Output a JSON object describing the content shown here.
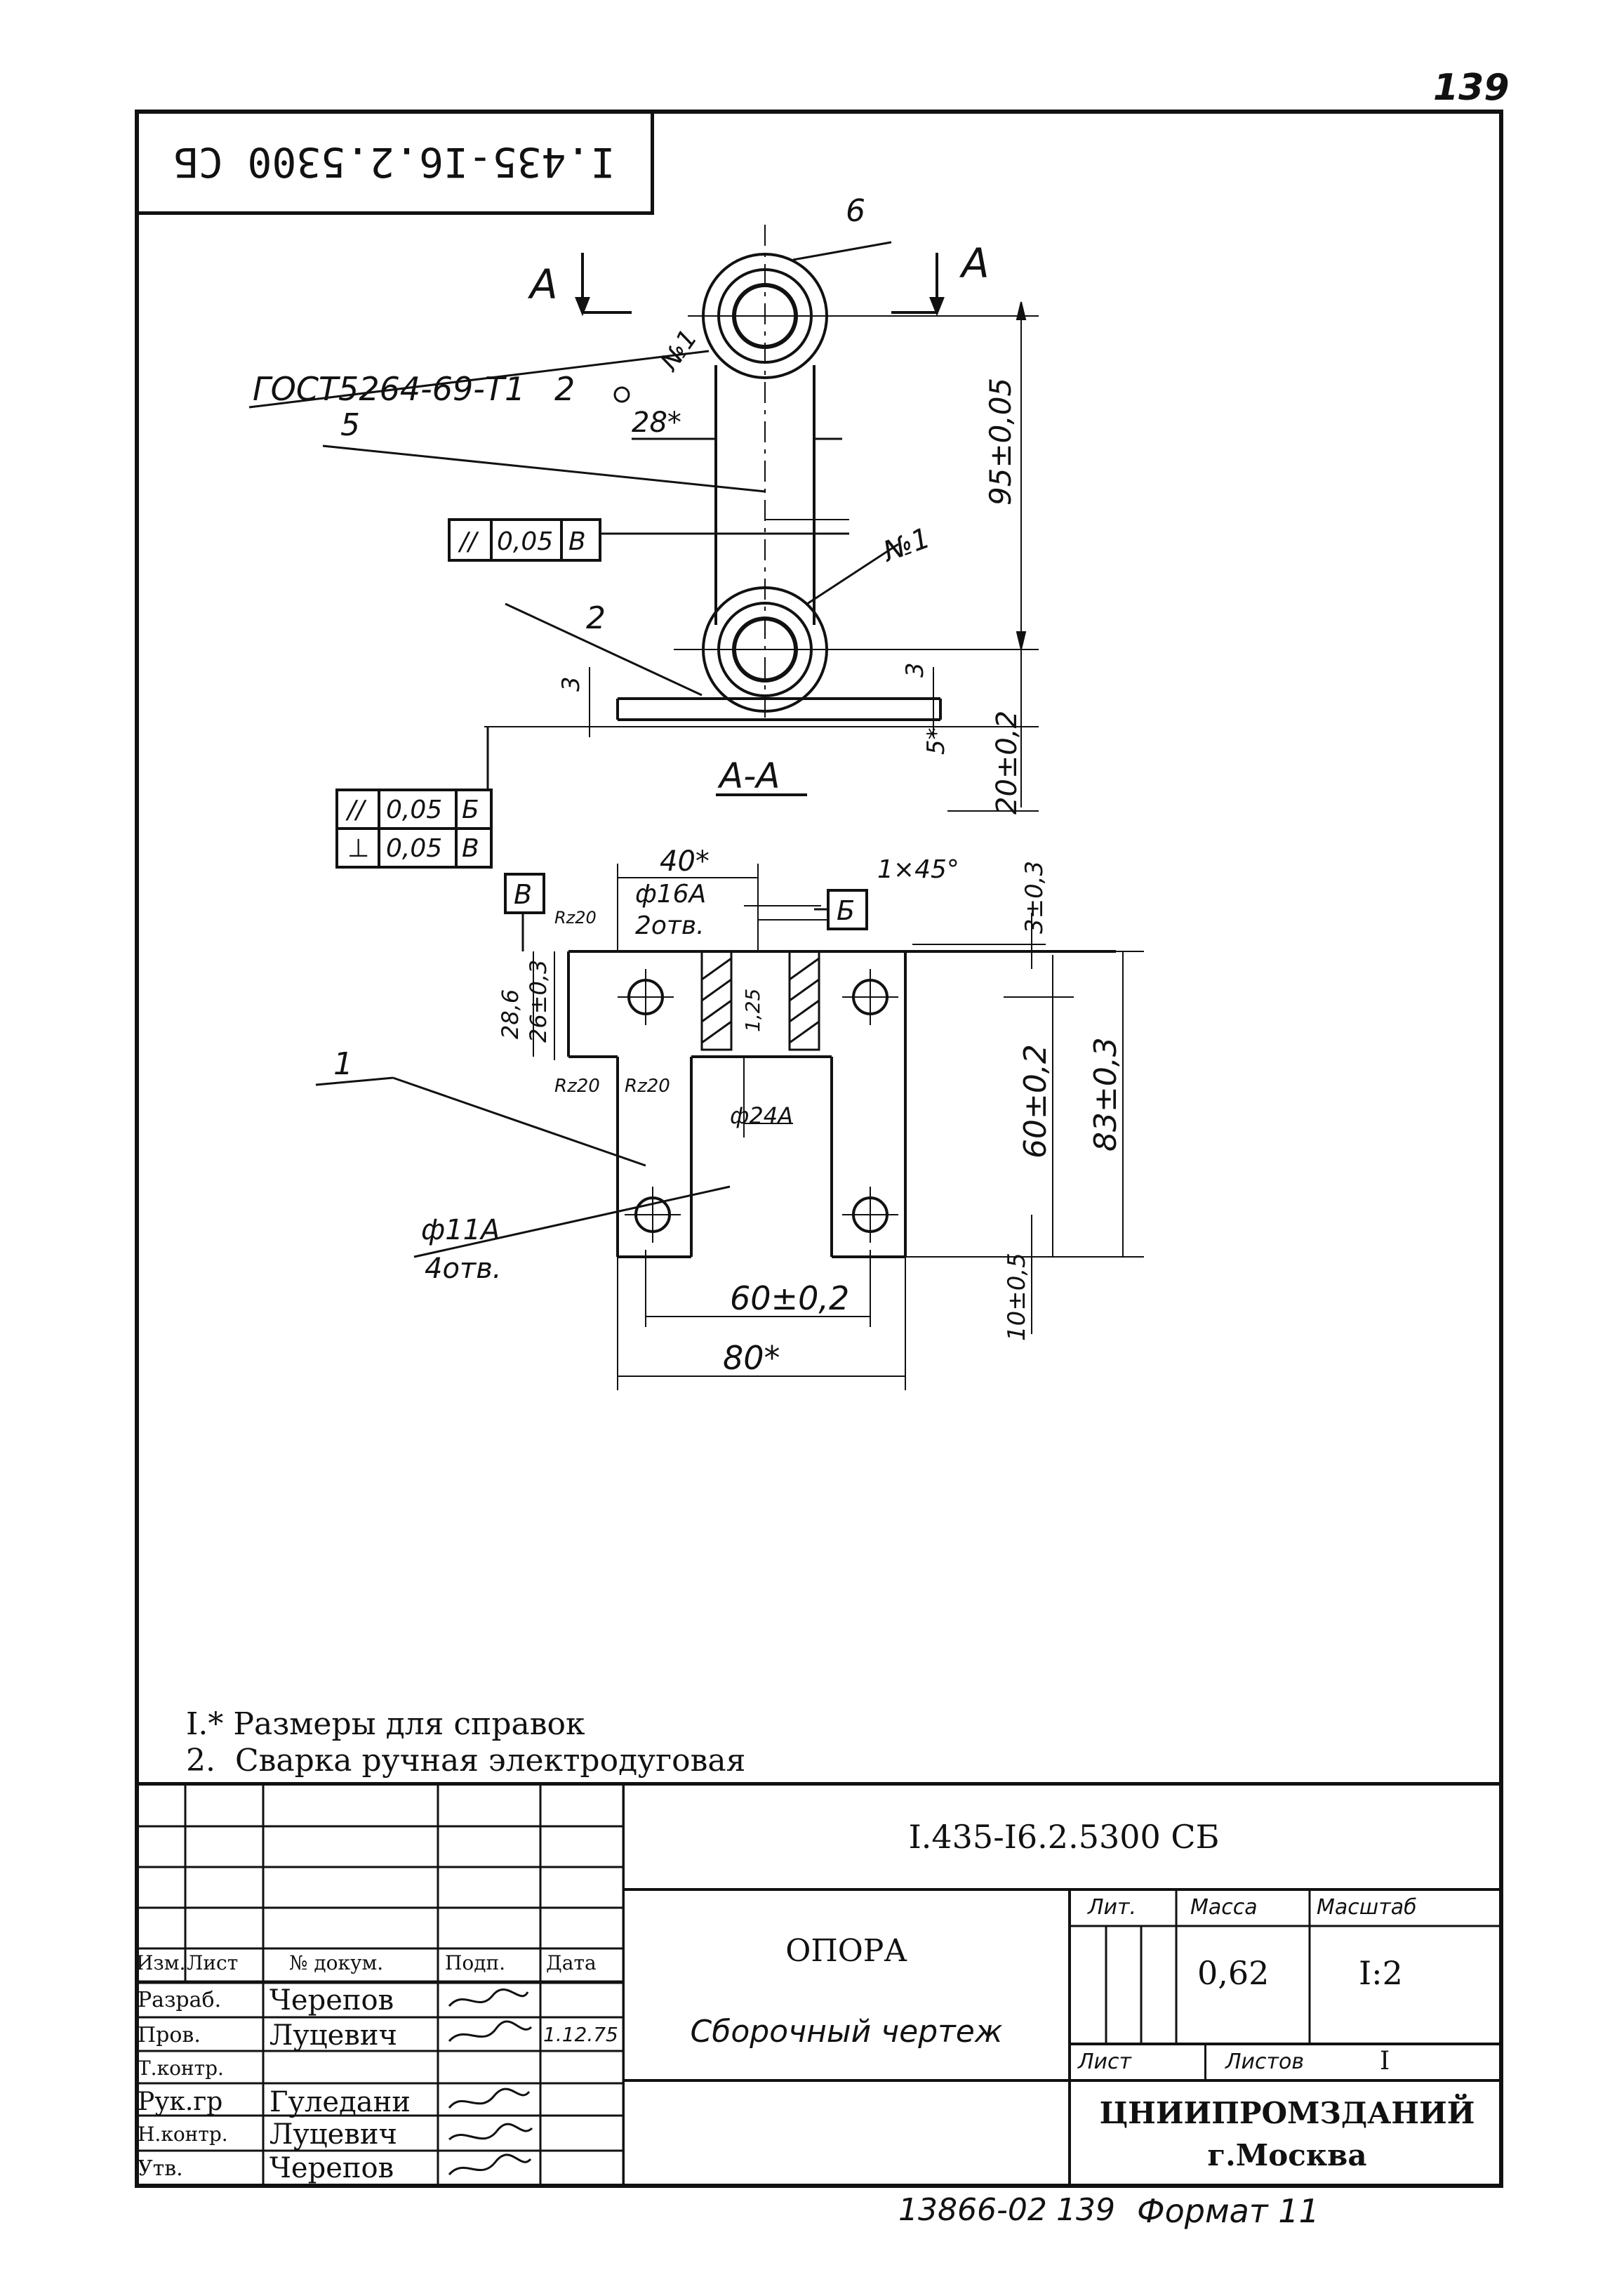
{
  "sheet_number": "139",
  "stamp_code": "I.435-I6.2.5300 СБ",
  "drawing": {
    "item_labels": [
      "6",
      "5",
      "2",
      "1"
    ],
    "section_mark": "А",
    "section_title": "А-А",
    "weld_standard": "ГОСТ5264-69-Т1",
    "weld_leg": "2",
    "weld_number_1": "№1",
    "weld_number_2": "№1",
    "tol_parallel_1": [
      "//",
      "0,05",
      "В"
    ],
    "tol_parallel_2": [
      "//",
      "0,05",
      "Б"
    ],
    "tol_perp": [
      "⊥",
      "0,05",
      "В"
    ],
    "datum_b": "Б",
    "datum_v": "В",
    "dims": {
      "d28": "28*",
      "d95": "95±0,05",
      "d3a": "3",
      "d3b": "3",
      "d5": "5*",
      "d20": "20±0,2",
      "d40": "40*",
      "d16": "ф16А",
      "d16b": "2отв.",
      "chamfer": "1×45°",
      "d3_03": "3±0,3",
      "d28_6": "28,6",
      "d26": "26±0,3",
      "d1_25": "1,25",
      "d24": "ф24А",
      "d60v": "60±0,2",
      "d83": "83±0,3",
      "d11": "ф11А",
      "d11b": "4отв.",
      "d60h": "60±0,2",
      "d80": "80*",
      "d10": "10±0,5",
      "rz1": "Rz20",
      "rz2": "Rz20",
      "rz3": "Rz20"
    }
  },
  "notes": [
    "I.* Размеры для справок",
    "2.  Сварка ручная электродуговая"
  ],
  "title_block": {
    "designation": "I.435-I6.2.5300 СБ",
    "headers": [
      "Изм.",
      "Лист",
      "№ докум.",
      "Подп.",
      "Дата"
    ],
    "rows": [
      {
        "role": "Разраб.",
        "name": "Черепов",
        "date": ""
      },
      {
        "role": "Пров.",
        "name": "Луцевич",
        "date": "1.12.75"
      },
      {
        "role": "Т.контр.",
        "name": "",
        "date": ""
      },
      {
        "role": "Рук.гр",
        "name": "Гуледани",
        "date": ""
      },
      {
        "role": "Н.контр.",
        "name": "Луцевич",
        "date": ""
      },
      {
        "role": "Утв.",
        "name": "Черепов",
        "date": ""
      }
    ],
    "part_name": "ОПОРА",
    "doc_type": "Сборочный чертеж",
    "lit_label": "Лит.",
    "mass_label": "Масса",
    "scale_label": "Масштаб",
    "mass": "0,62",
    "scale": "I:2",
    "sheet_label": "Лист",
    "sheets_label": "Листов",
    "sheets": "I",
    "org": "ЦНИИПРОМЗДАНИЙ",
    "city": "г.Москва"
  },
  "footer": {
    "inventory": "13866-02",
    "page": "139",
    "format": "Формат 11"
  }
}
